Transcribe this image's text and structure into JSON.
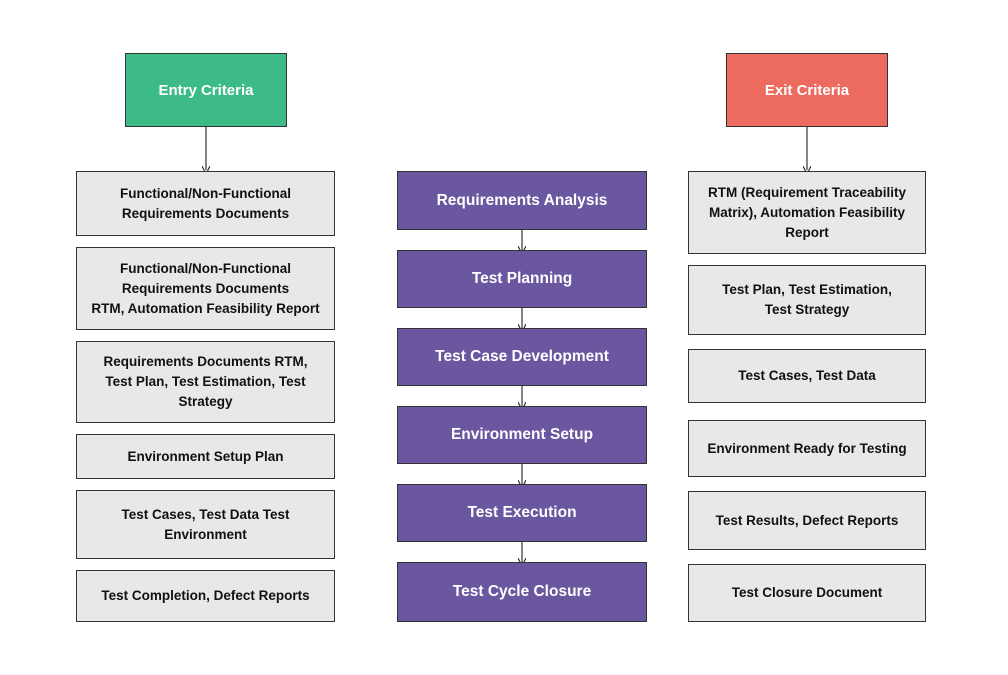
{
  "entry": {
    "header": "Entry Criteria",
    "color": "#3dbb86",
    "items": [
      "Functional/Non-Functional\nRequirements Documents",
      "Functional/Non-Functional\nRequirements Documents\nRTM, Automation Feasibility Report",
      "Requirements Documents RTM,\nTest Plan, Test Estimation, Test\nStrategy",
      "Environment Setup Plan",
      "Test Cases, Test Data Test\nEnvironment",
      "Test Completion, Defect Reports"
    ]
  },
  "phases": {
    "color": "#6b56a0",
    "items": [
      "Requirements Analysis",
      "Test Planning",
      "Test Case Development",
      "Environment Setup",
      "Test Execution",
      "Test Cycle Closure"
    ]
  },
  "exit": {
    "header": "Exit Criteria",
    "color": "#ec6b5e",
    "items": [
      "RTM (Requirement Traceability\nMatrix), Automation Feasibility\nReport",
      "Test Plan, Test Estimation,\nTest Strategy",
      "Test Cases, Test Data",
      "Environment Ready for Testing",
      "Test Results, Defect Reports",
      "Test Closure Document"
    ]
  }
}
